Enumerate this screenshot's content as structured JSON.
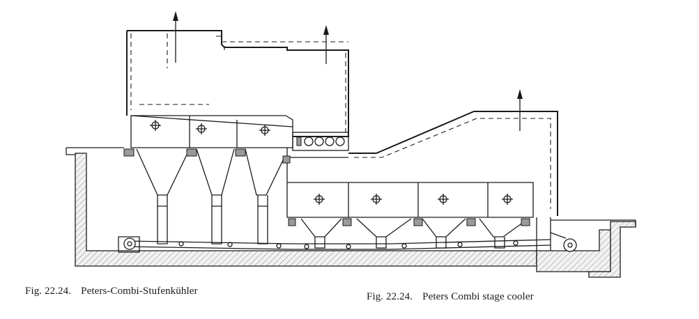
{
  "figure": {
    "caption_de": {
      "number": "Fig. 22.24.",
      "text": "Peters-Combi-Stufenkühler"
    },
    "caption_en": {
      "number": "Fig. 22.24.",
      "text": "Peters Combi stage cooler"
    },
    "components": {
      "exhaust_arrows": 3,
      "upper_hoppers": 3,
      "lower_hoppers": 4,
      "fans": 4
    }
  }
}
